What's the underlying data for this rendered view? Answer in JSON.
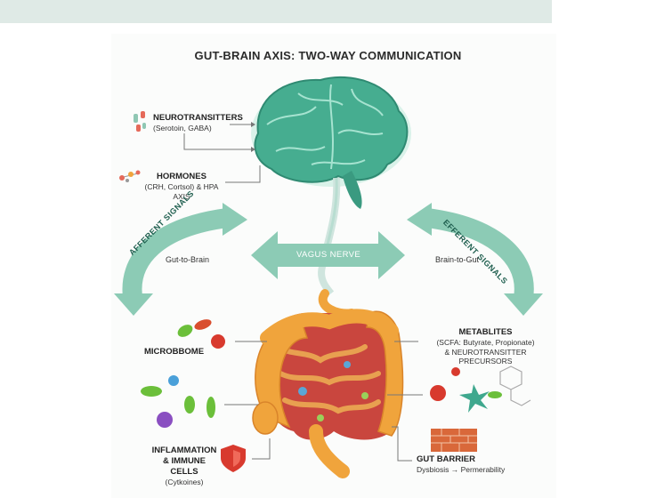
{
  "title": "GUT-BRAIN AXIS: TWO-WAY COMMUNICATION",
  "labels": {
    "neuro_head": "NEUROTRANSITTERS",
    "neuro_sub": "(Serotoin, GABA)",
    "hormones_head": "HORMONES",
    "hormones_sub": "(CRH, Cortsol) & HPA AXIS",
    "afferent": "AFFERENT SIGNALS",
    "gut_to_brain": "Gut-to-Brain",
    "vagus": "VAGUS NERVE",
    "efferent": "EFFERENT SIGNALS",
    "brain_to_gut": "Brain-to-Gut",
    "microbiome": "MICROBBOME",
    "metabolites_head": "METABLITES",
    "metabolites_sub1": "(SCFA: Butyrate, Propionate)",
    "metabolites_sub2": "& NEUROTRANSITTER PRECURSORS",
    "inflammation_1": "INFLAMMATION",
    "inflammation_2": "& IMMUNE CELLS",
    "inflammation_3": "(Cytkoines)",
    "barrier_head": "GUT BARRIER",
    "barrier_sub": "Dysbiosis → Permerability"
  },
  "colors": {
    "brain": "#3fa88e",
    "brain_light": "#8fd6c2",
    "arrow": "#8ccbb5",
    "gut": "#f0a43c",
    "gut_dark": "#d9842a",
    "bacteria_green": "#6bbf3a",
    "bacteria_red": "#d83a2e",
    "bacteria_purple": "#8a4fc1",
    "brick": "#d9683a"
  }
}
